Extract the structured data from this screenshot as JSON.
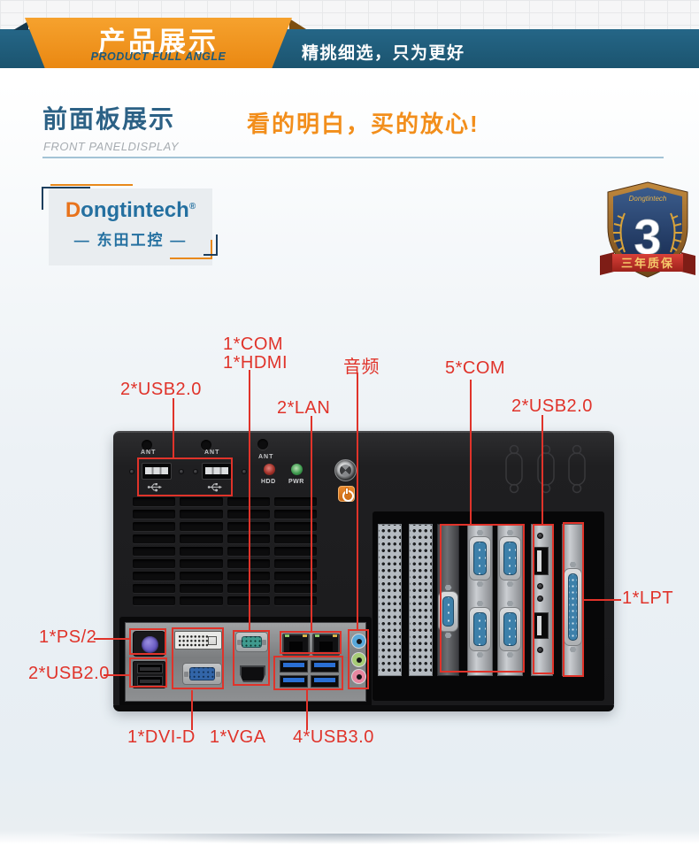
{
  "banner": {
    "title": "产品展示",
    "subtitle": "PRODUCT FULL ANGLE",
    "tagline": "精挑细选，只为更好"
  },
  "section": {
    "title": "前面板展示",
    "subtitle": "FRONT PANELDISPLAY",
    "slogan": "看的明白，买的放心!"
  },
  "logo": {
    "brand_initial": "D",
    "brand_rest": "ongtintech",
    "reg": "®",
    "cn": "— 东田工控 —"
  },
  "badge": {
    "brand": "Dongtintech",
    "number": "3",
    "ribbon": "三年质保"
  },
  "panel": {
    "ant": "ANT",
    "hdd": "HDD",
    "pwr": "PWR"
  },
  "callouts": {
    "usb2_top": "2*USB2.0",
    "com1": "1*COM",
    "hdmi1": "1*HDMI",
    "lan2": "2*LAN",
    "audio": "音频",
    "com5": "5*COM",
    "usb2_right": "2*USB2.0",
    "ps2": "1*PS/2",
    "usb2_left": "2*USB2.0",
    "lpt": "1*LPT",
    "dvi": "1*DVI-D",
    "vga": "1*VGA",
    "usb3": "4*USB3.0"
  },
  "colors": {
    "accent_red": "#e0332a",
    "banner_blue": "#1f5c7d",
    "ribbon_orange": "#f0931f",
    "heading_blue": "#2c6185",
    "slogan_orange": "#f28e1b"
  },
  "icons": {
    "usb-trident-icon": "USB trident glyph",
    "power-icon": "power symbol",
    "knockout-dsub-icon": "D-sub knockout outline",
    "laurel-icon": "gold laurel wreath",
    "shield-icon": "warranty shield"
  }
}
